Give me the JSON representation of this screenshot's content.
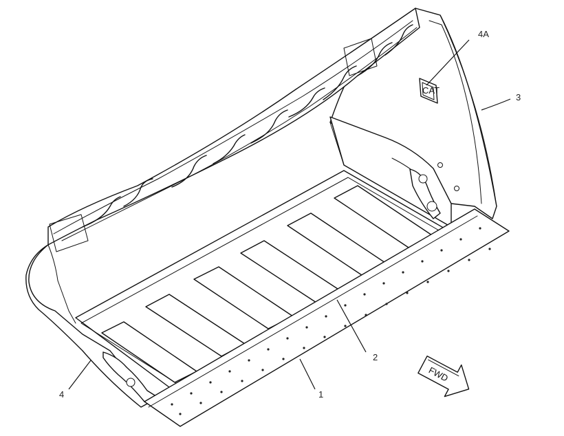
{
  "diagram": {
    "callouts": [
      {
        "id": "c4a",
        "label": "4A"
      },
      {
        "id": "c3",
        "label": "3"
      },
      {
        "id": "c2",
        "label": "2"
      },
      {
        "id": "c1",
        "label": "1"
      },
      {
        "id": "c4",
        "label": "4"
      }
    ],
    "forward_arrow": {
      "label": "FWD"
    },
    "decal": {
      "label": "CAT"
    }
  }
}
